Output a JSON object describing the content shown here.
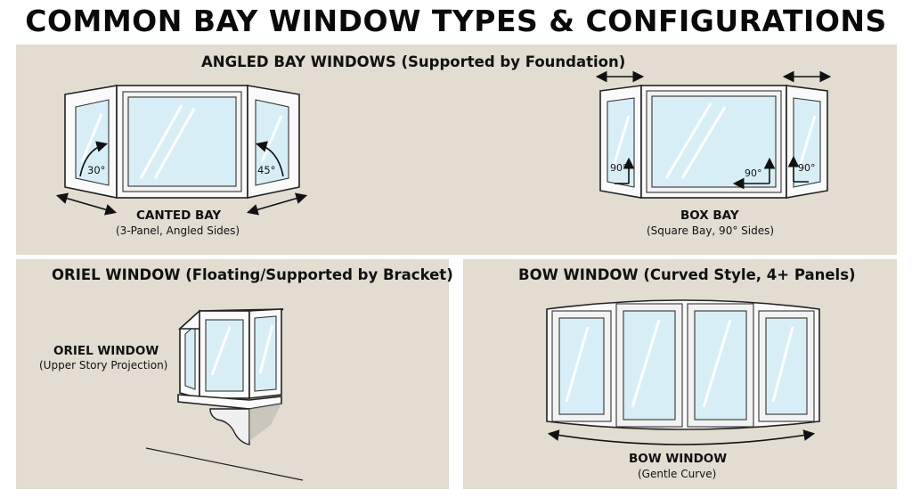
{
  "title": "COMMON BAY WINDOW TYPES & CONFIGURATIONS",
  "angled": {
    "heading": "ANGLED BAY WINDOWS (Supported by Foundation)",
    "canted": {
      "label": "CANTED BAY",
      "sub": "(3-Panel, Angled Sides)",
      "angle_left": "30°",
      "angle_right": "45°"
    },
    "box": {
      "label": "BOX BAY",
      "sub": "(Square Bay, 90° Sides)",
      "angle_left": "90°",
      "angle_center": "90°",
      "angle_right": "90°"
    }
  },
  "oriel": {
    "heading": "ORIEL WINDOW (Floating/Supported by Bracket)",
    "label": "ORIEL WINDOW",
    "sub": "(Upper Story Projection)"
  },
  "bow": {
    "heading": "BOW WINDOW (Curved Style, 4+ Panels)",
    "label": "BOW WINDOW",
    "sub": "(Gentle Curve)"
  },
  "colors": {
    "panel_bg": "#e2dcd1",
    "glass": "#d8eef6",
    "frame": "#fafafa"
  }
}
